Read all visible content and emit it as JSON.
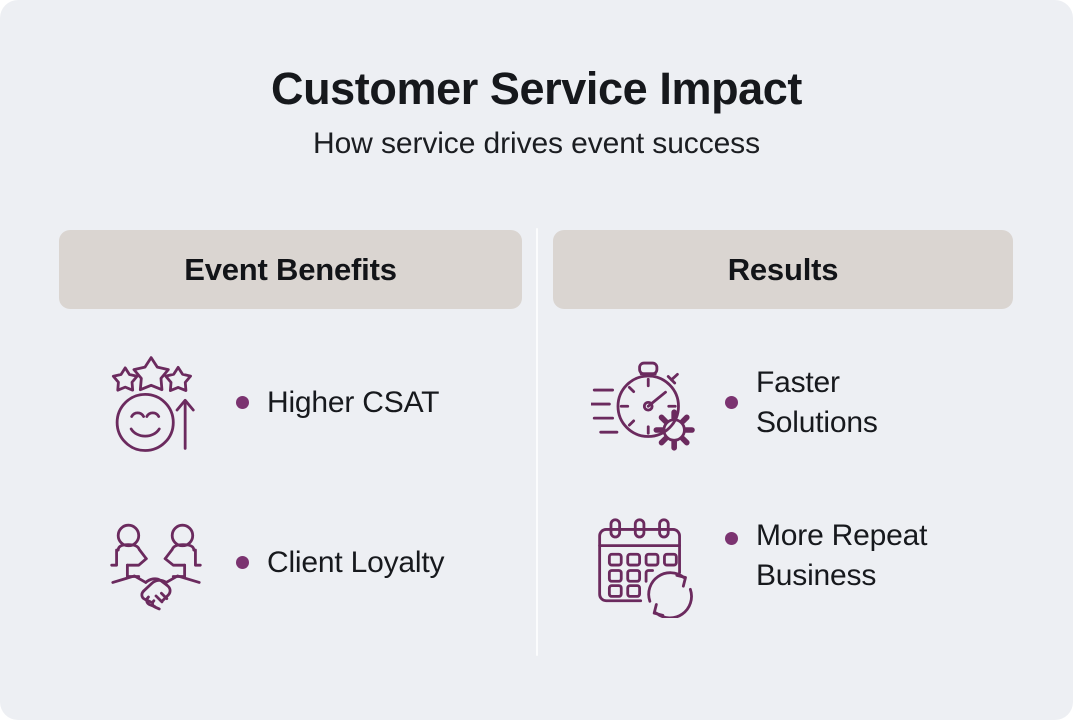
{
  "header": {
    "title": "Customer Service Impact",
    "subtitle": "How service drives event success"
  },
  "colors": {
    "background": "#edeff3",
    "header_bar": "#dad5d1",
    "icon_stroke": "#6b2a5e",
    "bullet": "#7b3370",
    "title_text": "#16181c",
    "divider": "#fbfcfd"
  },
  "columns": [
    {
      "header": "Event Benefits",
      "items": [
        {
          "icon": "smiley-stars-rating-icon",
          "label": "Higher CSAT",
          "align": "center"
        },
        {
          "icon": "handshake-icon",
          "label": "Client Loyalty",
          "align": "center"
        }
      ]
    },
    {
      "header": "Results",
      "items": [
        {
          "icon": "stopwatch-gear-icon",
          "label": "Faster\nSolutions",
          "align": "center"
        },
        {
          "icon": "calendar-repeat-icon",
          "label": "More Repeat\nBusiness",
          "align": "top"
        }
      ]
    }
  ]
}
